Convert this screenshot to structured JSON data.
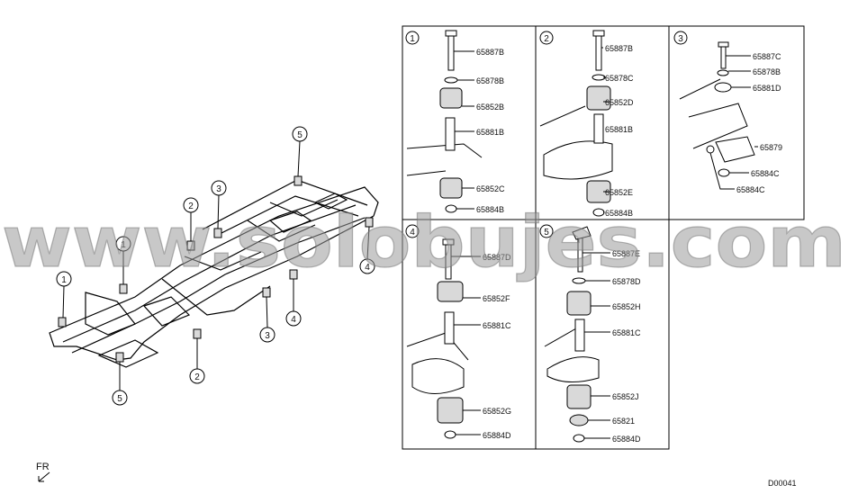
{
  "panels": [
    {
      "id": "1",
      "labels": [
        "65887B",
        "65878B",
        "65852B",
        "65881B",
        "65852C",
        "65884B"
      ]
    },
    {
      "id": "2",
      "labels": [
        "65887B",
        "65878C",
        "65852D",
        "65881B",
        "65852E",
        "65884B"
      ]
    },
    {
      "id": "3",
      "labels": [
        "65887C",
        "65878B",
        "65881D",
        "65879",
        "65884C",
        "65884C"
      ]
    },
    {
      "id": "4",
      "labels": [
        "65887D",
        "65852F",
        "65881C",
        "65852G",
        "65884D"
      ]
    },
    {
      "id": "5",
      "labels": [
        "65887E",
        "65878D",
        "65852H",
        "65881C",
        "65852J",
        "65821",
        "65884D"
      ]
    }
  ],
  "frame_callouts": [
    "5",
    "4",
    "3",
    "2",
    "1",
    "1",
    "2",
    "3",
    "4",
    "5"
  ],
  "watermark": "www.solobujes.com",
  "fr_label": "FR",
  "diagram_code": "D00041"
}
